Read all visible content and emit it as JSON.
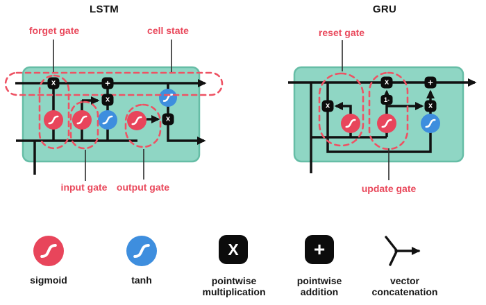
{
  "titles": {
    "lstm": "LSTM",
    "gru": "GRU"
  },
  "gates": {
    "forget": "forget gate",
    "cell": "cell state",
    "input": "input gate",
    "output": "output gate",
    "reset": "reset gate",
    "update": "update gate"
  },
  "glyphs": {
    "mul": "x",
    "add": "+",
    "one_minus": "1-",
    "mul_legend": "X",
    "add_legend": "+"
  },
  "legend": {
    "sigmoid": "sigmoid",
    "tanh": "tanh",
    "mul_line1": "pointwise",
    "mul_line2": "multiplication",
    "add_line1": "pointwise",
    "add_line2": "addition",
    "concat_line1": "vector",
    "concat_line2": "concatenation"
  },
  "colors": {
    "cell_fill": "#8fd6c4",
    "cell_border": "#66bda6",
    "sigmoid_red": "#e8455b",
    "tanh_blue": "#3e8ede",
    "annotation_red": "#e9485b",
    "node_black": "#0c0c0c",
    "wire_black": "#111111"
  }
}
